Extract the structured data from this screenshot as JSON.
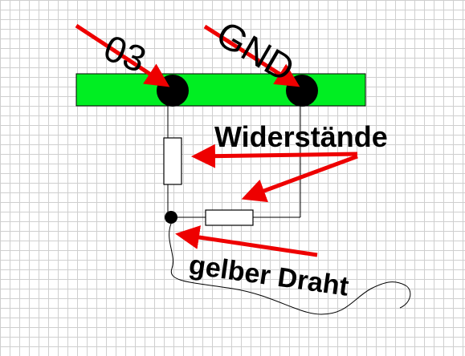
{
  "labels": {
    "pin_03": "03",
    "pin_gnd": "GND",
    "resistors": "Widerstände",
    "yellow_wire": "gelber Draht"
  },
  "colors": {
    "board": "#00ee22",
    "arrow": "#ee0000",
    "wire": "#000000",
    "grid": "#cfcfcf"
  }
}
